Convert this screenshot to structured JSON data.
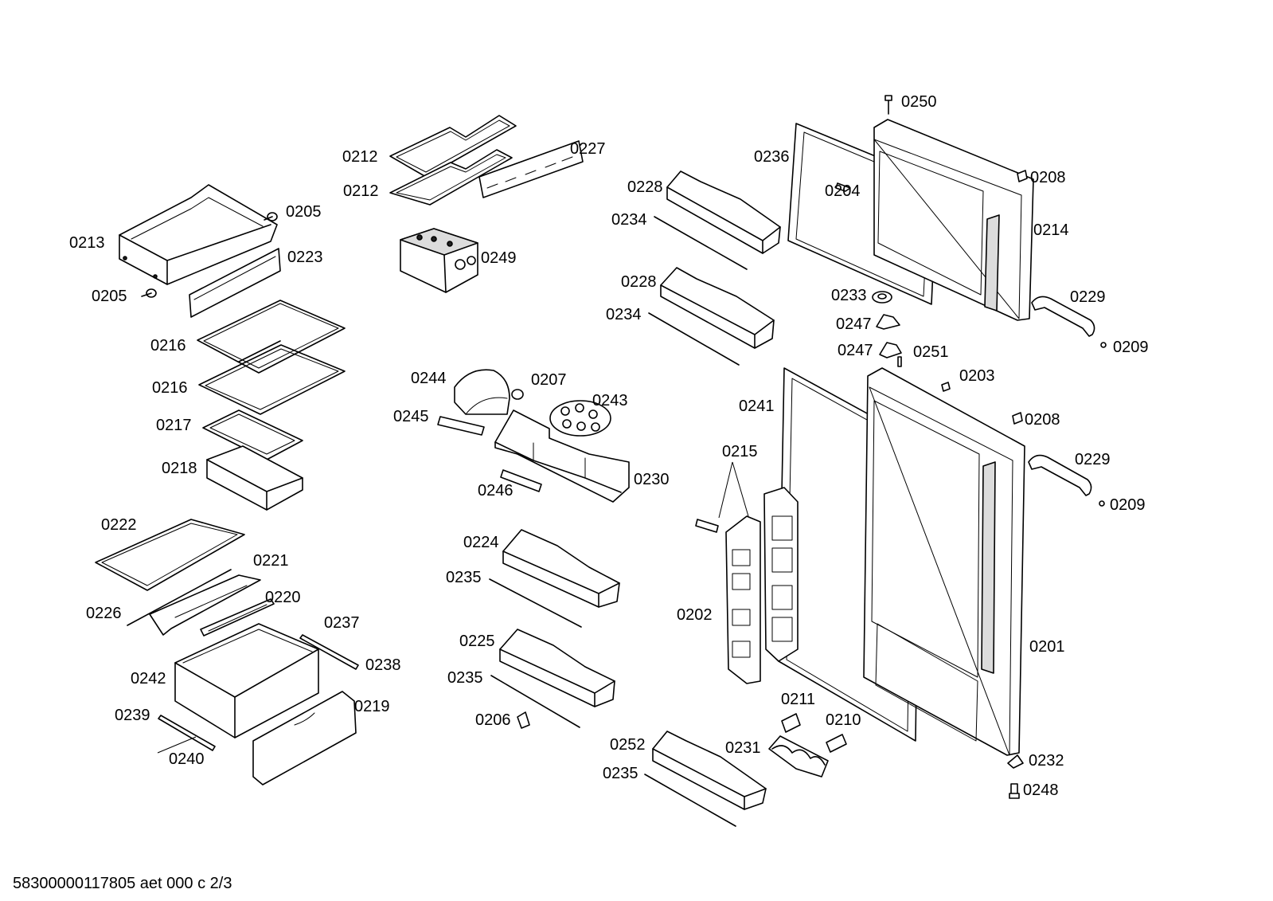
{
  "footer": {
    "document_code": "58300000117805 aet 000 c 2/3"
  },
  "labels": [
    "0250",
    "0236",
    "0208",
    "0204",
    "0214",
    "0228",
    "0234",
    "0233",
    "0229",
    "0247",
    "0209",
    "0228",
    "0234",
    "0247",
    "0251",
    "0203",
    "0212",
    "0227",
    "0212",
    "0249",
    "0213",
    "0205",
    "0223",
    "0205",
    "0216",
    "0216",
    "0217",
    "0218",
    "0244",
    "0207",
    "0243",
    "0245",
    "0230",
    "0246",
    "0241",
    "0208",
    "0215",
    "0229",
    "0209",
    "0202",
    "0201",
    "0222",
    "0221",
    "0226",
    "0220",
    "0237",
    "0238",
    "0242",
    "0219",
    "0239",
    "0240",
    "0224",
    "0235",
    "0225",
    "0235",
    "0206",
    "0211",
    "0210",
    "0231",
    "0252",
    "0235",
    "0232",
    "0248"
  ]
}
